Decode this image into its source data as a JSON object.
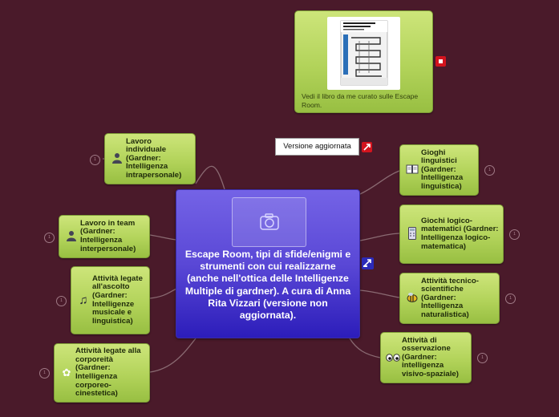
{
  "central": {
    "title": "Escape Room, tipi di sfide/enigmi e strumenti con cui realizzarne (anche nell'ottica delle Intelligenze Multiple di gardner). A cura di Anna Rita Vizzari (versione non aggiornata).",
    "image_icon": "camera-icon"
  },
  "book": {
    "caption": "Vedi il libro da me curato sulle Escape Room.",
    "cover_title": "GUIDA AGLI ESCAPE ROOM"
  },
  "callout": {
    "label": "Versione aggiornata"
  },
  "nodes": [
    {
      "label": "Lavoro individuale (Gardner: Intelligenza intrapersonale)",
      "icon": "person-icon"
    },
    {
      "label": "Lavoro in team (Gardner: Intelligenza interpersonale)",
      "icon": "person-icon"
    },
    {
      "label": "Attività legate all'ascolto (Gardner: Intelligenze musicale e linguistica)",
      "icon": "music-icon"
    },
    {
      "label": "Attività legate alla corporeità (Gardner: Intelligenza corporeo-cinestetica)",
      "icon": "flower-icon"
    },
    {
      "label": "Gioghi linguistici (Gardner: Intelligenza linguistica)",
      "icon": "book-icon"
    },
    {
      "label": "Giochi logico-matematici (Gardner: Intelligenza logico-matematica)",
      "icon": "calculator-icon"
    },
    {
      "label": "Attività tecnico-scientifiche (Gardner: Intelligenza naturalistica)",
      "icon": "bee-icon"
    },
    {
      "label": "Attività di osservazione (Gardner: intelligenza visivo-spaziale)",
      "icon": "eyes-icon"
    }
  ],
  "colors": {
    "background": "#4a1a2a",
    "node_green": "#b2d35a",
    "central_blue": "#5a48d6"
  }
}
